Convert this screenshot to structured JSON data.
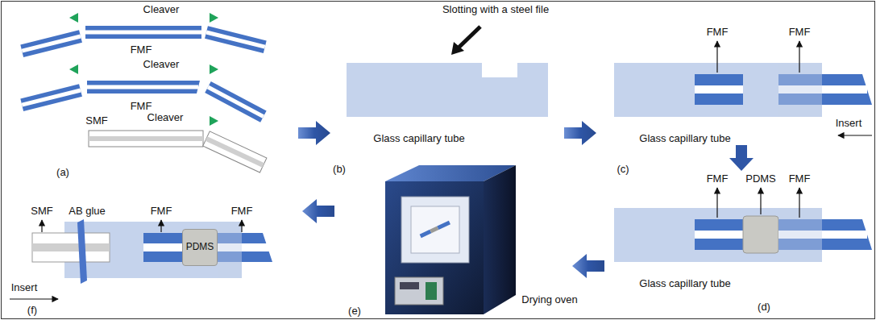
{
  "diagram": {
    "nodes": [
      {
        "text": [
          "PDMS"
        ]
      }
    ],
    "labels": [
      "Cleaver",
      "FMF",
      "Cleaver",
      "FMF",
      "Cleaver",
      "SMF",
      "(a)",
      "Slotting with a steel file",
      "Glass capillary tube",
      "(b)",
      "FMF",
      "FMF",
      "Glass capillary tube",
      "Insert",
      "(c)",
      "FMF",
      "PDMS",
      "FMF",
      "Glass capillary tube",
      "(d)",
      "Drying oven",
      "(e)",
      "SMF",
      "AB glue",
      "FMF",
      "FMF",
      "Insert",
      "(f)"
    ]
  }
}
